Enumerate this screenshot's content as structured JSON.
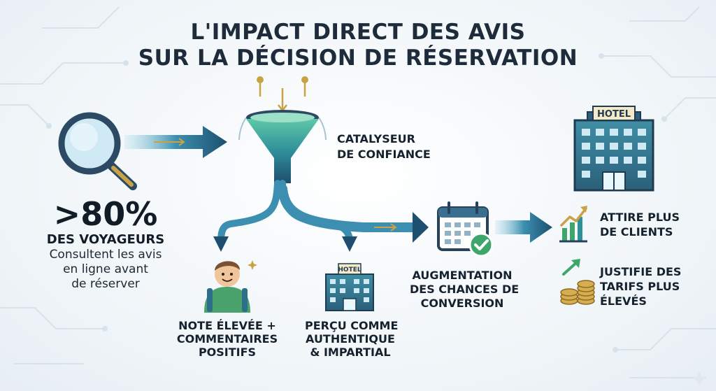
{
  "title": {
    "line1": "L'IMPACT DIRECT DES AVIS",
    "line2": "SUR LA DÉCISION DE RÉSERVATION"
  },
  "stat": {
    "value": ">80%",
    "label": "DES VOYAGEURS",
    "desc": [
      "Consultent les avis",
      "en ligne avant",
      "de réserver"
    ]
  },
  "funnel": {
    "label": [
      "CATALYSEUR",
      "DE CONFIANCE"
    ]
  },
  "reviewer": {
    "label": [
      "NOTE ÉLEVÉE +",
      "COMMENTAIRES",
      "POSITIFS"
    ]
  },
  "authentic": {
    "label": [
      "PERÇU COMME",
      "AUTHENTIQUE",
      "& IMPARTIAL"
    ],
    "sign": "HOTEL"
  },
  "conversion": {
    "label": [
      "AUGMENTATION",
      "DES CHANCES DE",
      "CONVERSION"
    ]
  },
  "hotel": {
    "sign": "HOTEL"
  },
  "outcomes": [
    {
      "label": [
        "ATTIRE PLUS",
        "DE CLIENTS"
      ]
    },
    {
      "label": [
        "JUSTIFIE DES",
        "TARIFS PLUS",
        "ÉLEVÉS"
      ]
    }
  ],
  "colors": {
    "teal": "#2f8f9a",
    "green": "#3fa66b",
    "navy": "#27425c",
    "accent": "#5cc0dd"
  }
}
